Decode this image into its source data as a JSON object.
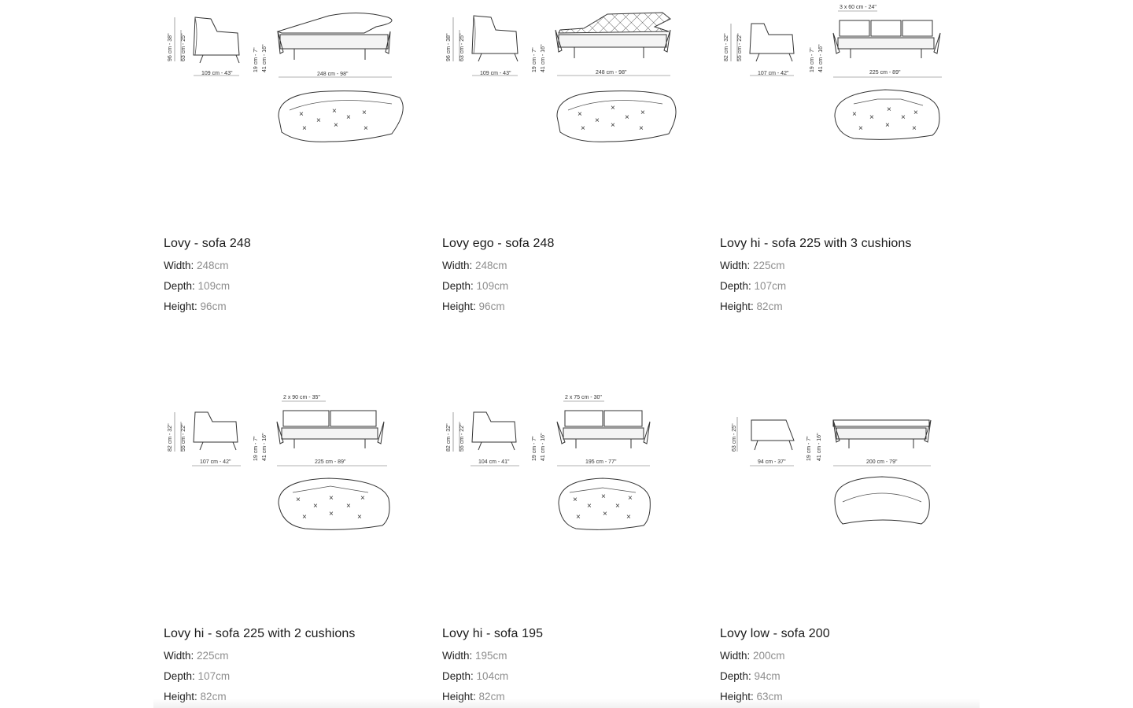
{
  "products": [
    {
      "name": "Lovy - sofa 248",
      "specs": [
        {
          "label": "Width:",
          "value": "248cm"
        },
        {
          "label": "Depth:",
          "value": "109cm"
        },
        {
          "label": "Height:",
          "value": "96cm"
        }
      ],
      "dims": {
        "h1": "96 cm - 38\"",
        "h2": "63 cm - 25\"",
        "depth": "109 cm - 43\"",
        "seat1": "19 cm - 7\"",
        "seat2": "41 cm - 16\"",
        "width": "248 cm - 98\"",
        "cushions": ""
      }
    },
    {
      "name": "Lovy ego - sofa 248",
      "specs": [
        {
          "label": "Width:",
          "value": "248cm"
        },
        {
          "label": "Depth:",
          "value": "109cm"
        },
        {
          "label": "Height:",
          "value": "96cm"
        }
      ],
      "dims": {
        "h1": "96 cm - 38\"",
        "h2": "63 cm - 25\"",
        "depth": "109 cm - 43\"",
        "seat1": "19 cm - 7\"",
        "seat2": "41 cm - 16\"",
        "width": "248 cm - 98\"",
        "cushions": ""
      }
    },
    {
      "name": "Lovy hi - sofa 225 with 3 cushions",
      "specs": [
        {
          "label": "Width:",
          "value": "225cm"
        },
        {
          "label": "Depth:",
          "value": "107cm"
        },
        {
          "label": "Height:",
          "value": "82cm"
        }
      ],
      "dims": {
        "h1": "82 cm - 32\"",
        "h2": "55 cm - 22\"",
        "depth": "107 cm - 42\"",
        "seat1": "19 cm - 7\"",
        "seat2": "41 cm - 16\"",
        "width": "225 cm - 89\"",
        "cushions": "3 x 60 cm - 24\""
      }
    },
    {
      "name": "Lovy hi - sofa 225 with 2 cushions",
      "specs": [
        {
          "label": "Width:",
          "value": "225cm"
        },
        {
          "label": "Depth:",
          "value": "107cm"
        },
        {
          "label": "Height:",
          "value": "82cm"
        }
      ],
      "dims": {
        "h1": "82 cm - 32\"",
        "h2": "55 cm - 22\"",
        "depth": "107 cm - 42\"",
        "seat1": "19 cm - 7\"",
        "seat2": "41 cm - 16\"",
        "width": "225 cm - 89\"",
        "cushions": "2 x 90 cm - 35\""
      }
    },
    {
      "name": "Lovy hi - sofa 195",
      "specs": [
        {
          "label": "Width:",
          "value": "195cm"
        },
        {
          "label": "Depth:",
          "value": "104cm"
        },
        {
          "label": "Height:",
          "value": "82cm"
        }
      ],
      "dims": {
        "h1": "82 cm - 32\"",
        "h2": "55 cm - 22\"",
        "depth": "104 cm - 41\"",
        "seat1": "19 cm - 7\"",
        "seat2": "41 cm - 16\"",
        "width": "195 cm - 77\"",
        "cushions": "2 x 75 cm - 30\""
      }
    },
    {
      "name": "Lovy low - sofa 200",
      "specs": [
        {
          "label": "Width:",
          "value": "200cm"
        },
        {
          "label": "Depth:",
          "value": "94cm"
        },
        {
          "label": "Height:",
          "value": "63cm"
        }
      ],
      "dims": {
        "h1": "",
        "h2": "63 cm - 25\"",
        "depth": "94 cm - 37\"",
        "seat1": "19 cm - 7\"",
        "seat2": "41 cm - 16\"",
        "width": "200 cm - 79\"",
        "cushions": ""
      }
    }
  ]
}
